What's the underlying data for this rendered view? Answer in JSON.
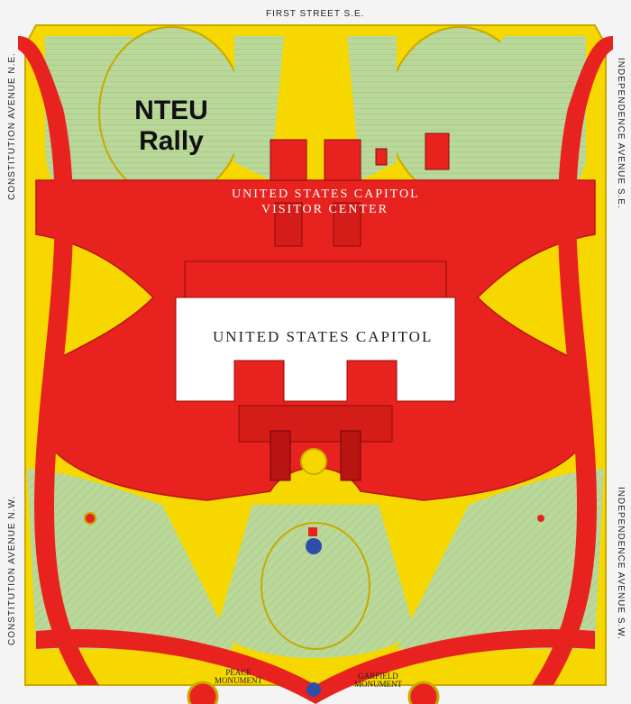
{
  "map": {
    "streets": {
      "north": "FIRST STREET S.E.",
      "northeast": "CONSTITUTION AVENUE N.E.",
      "southeast": "CONSTITUTION AVENUE N.W.",
      "east_top": "INDEPENDENCE AVENUE S.E.",
      "east_bottom": "INDEPENDENCE AVENUE S.W."
    },
    "buildings": {
      "visitor_center_line1": "UNITED STATES CAPITOL",
      "visitor_center_line2": "VISITOR CENTER",
      "capitol": "UNITED STATES CAPITOL"
    },
    "event": {
      "line1": "NTEU",
      "line2": "Rally"
    },
    "monuments": {
      "peace_line1": "PEACE",
      "peace_line2": "MONUMENT",
      "garfield_line1": "GARFIELD",
      "garfield_line2": "MONUMENT"
    },
    "colors": {
      "restricted_zone": "#e8231f",
      "walkway": "#f6d800",
      "lawn": "#b9d89a",
      "building": "#ffffff",
      "fountain": "#2d4fa8"
    }
  }
}
